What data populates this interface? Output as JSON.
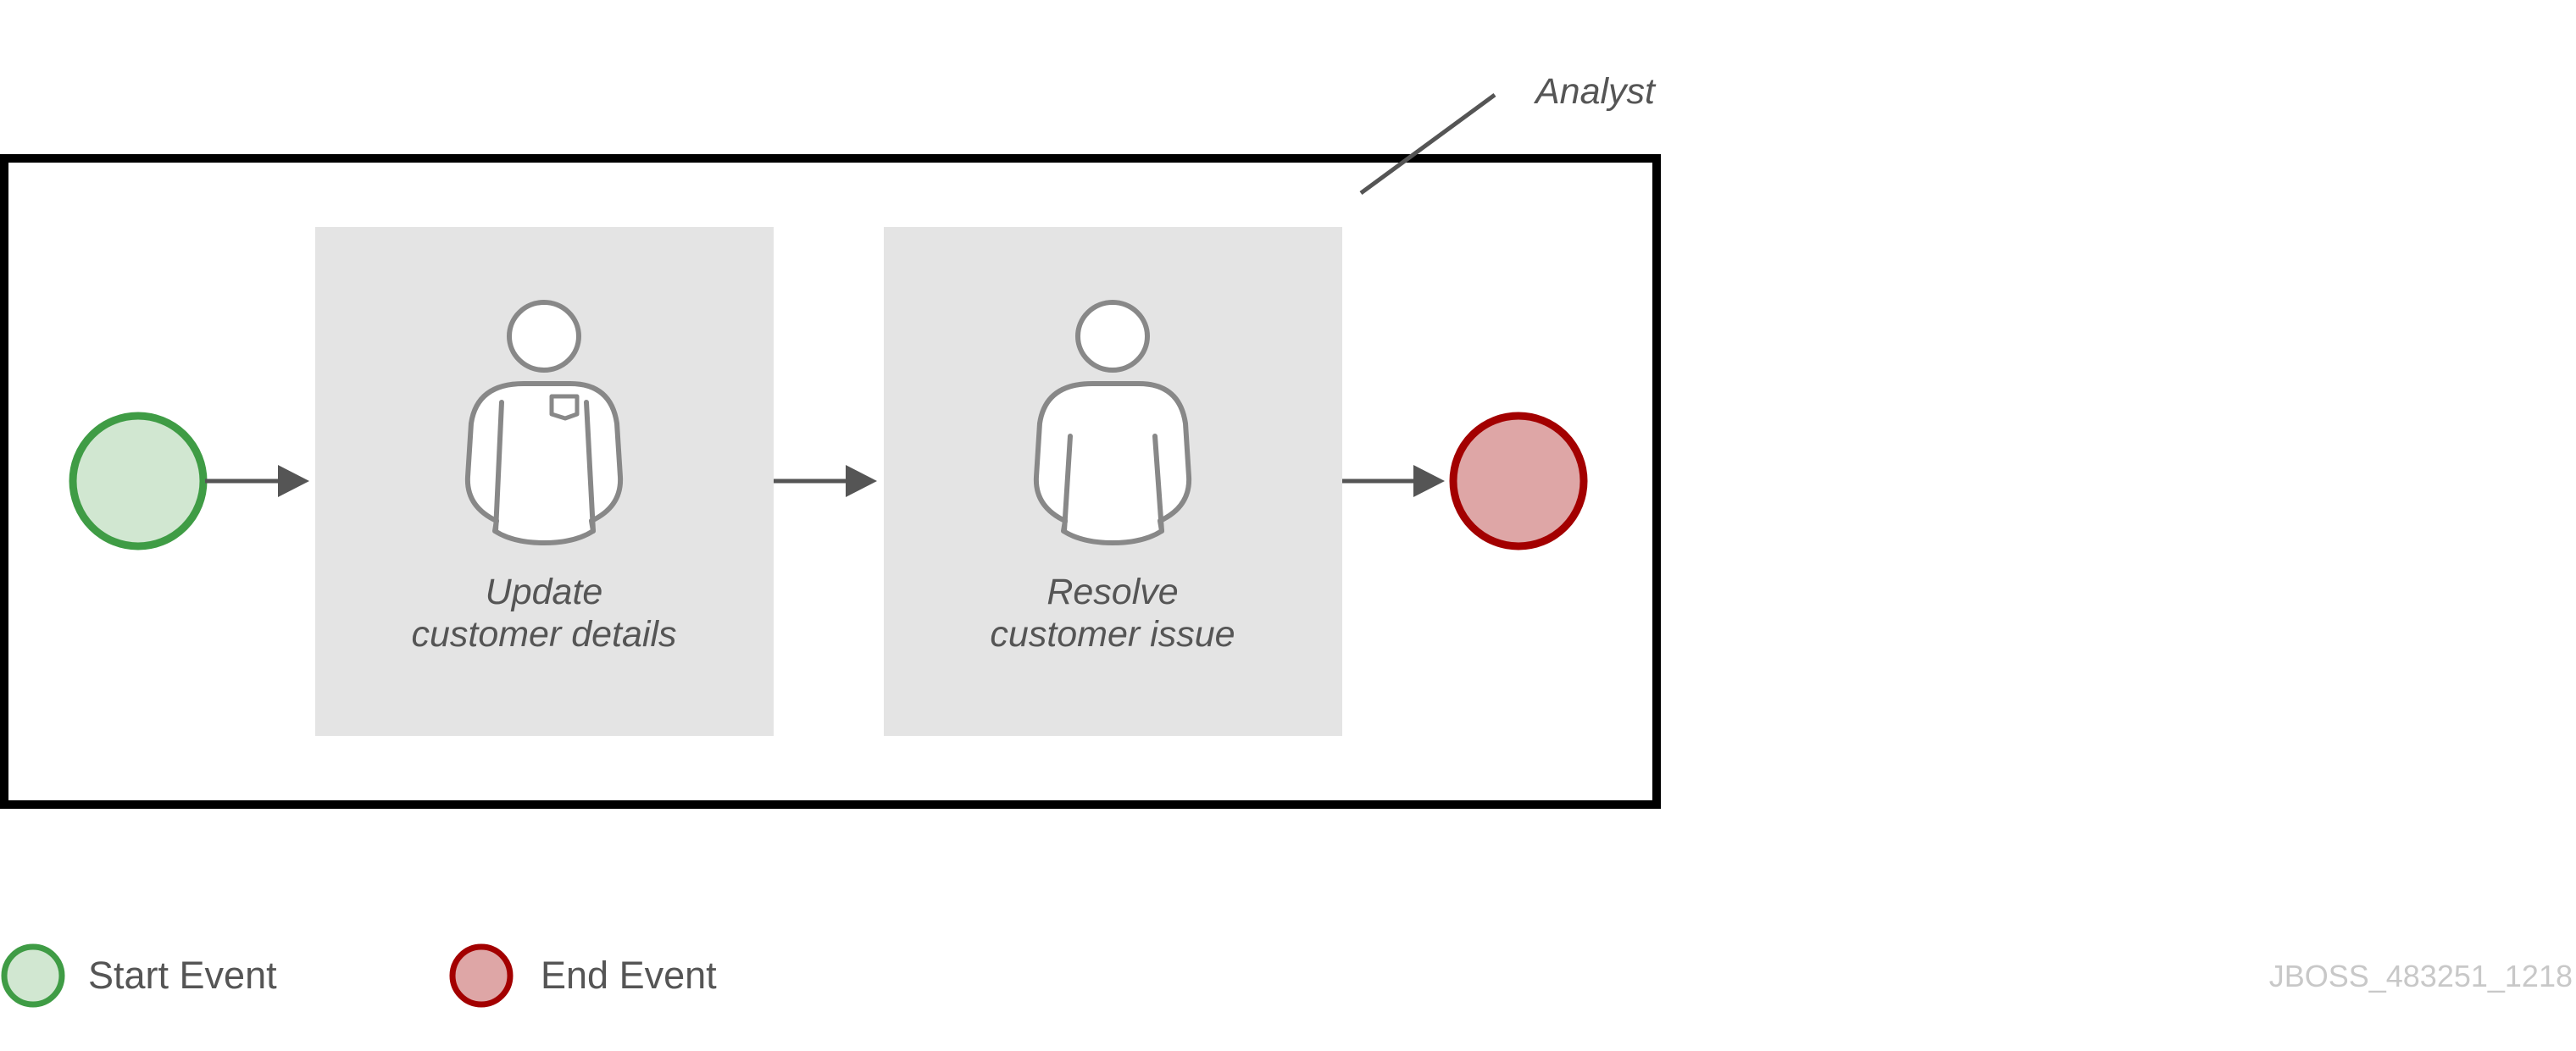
{
  "lane": {
    "label": "Analyst"
  },
  "tasks": [
    {
      "line1": "Update",
      "line2": "customer details"
    },
    {
      "line1": "Resolve",
      "line2": "customer issue"
    }
  ],
  "legend": {
    "start": "Start Event",
    "end": "End Event"
  },
  "watermark": "JBOSS_483251_1218",
  "colors": {
    "start_fill": "#d1e7d1",
    "start_stroke": "#3f9c45",
    "end_fill": "#dea6a6",
    "end_stroke": "#a30000",
    "task_fill": "#e4e4e4",
    "icon_stroke": "#888888",
    "arrow": "#555555"
  }
}
